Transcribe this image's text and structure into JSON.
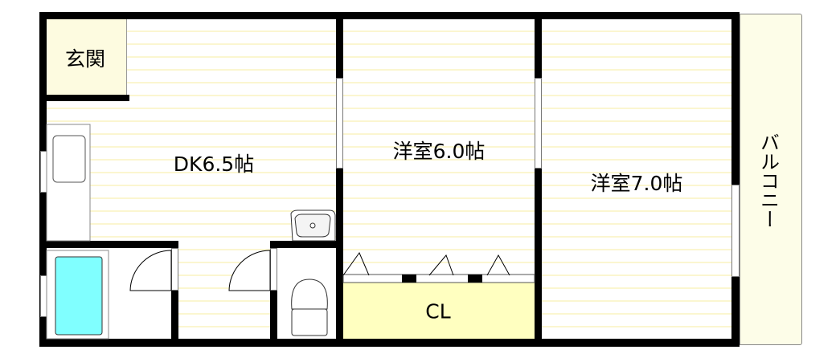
{
  "rooms": {
    "entrance": "玄関",
    "dk": "DK6.5帖",
    "western_6": "洋室6.0帖",
    "western_7": "洋室7.0帖",
    "closet": "CL",
    "balcony": "バルコニー"
  },
  "colors": {
    "wall": "#000000",
    "floor_stripe": "#fbf6d0",
    "entrance": "#fdfbe0",
    "closet": "#ffffc0",
    "balcony": "#fdfde8",
    "bathtub": "#80ffff"
  }
}
